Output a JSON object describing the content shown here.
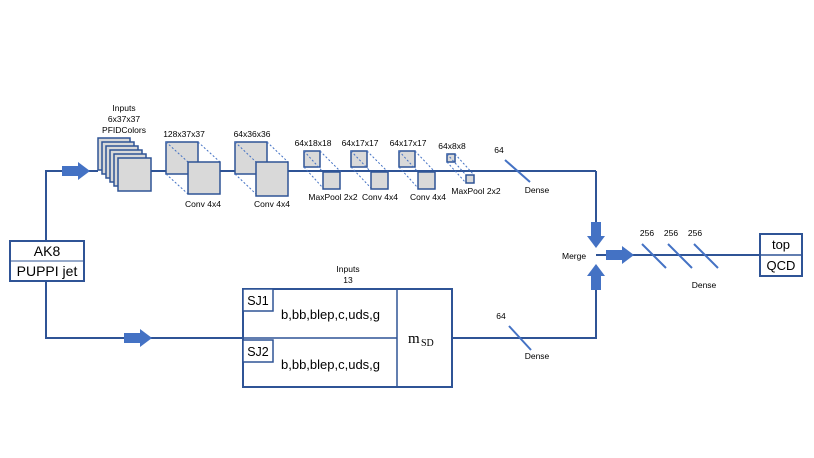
{
  "colors": {
    "line": "#2f5496",
    "arrow": "#4472c4",
    "box_fill": "#d9d9d9",
    "box_stroke": "#2f5496",
    "dash": "#4472c4",
    "bg": "#ffffff"
  },
  "jet_box": {
    "line1": "AK8",
    "line2": "PUPPI jet"
  },
  "image_input": {
    "title": "Inputs",
    "dims": "6x37x37",
    "name": "PFIDColors"
  },
  "cnn_layers": [
    {
      "dims": "128x37x37",
      "op": "Conv 4x4"
    },
    {
      "dims": "64x36x36",
      "op": "Conv 4x4"
    },
    {
      "dims": "64x18x18",
      "op": "MaxPool 2x2"
    },
    {
      "dims": "64x17x17",
      "op": "Conv 4x4"
    },
    {
      "dims": "64x17x17",
      "op": "Conv 4x4"
    },
    {
      "dims": "64x8x8",
      "op": "MaxPool 2x2"
    }
  ],
  "cnn_dense": {
    "size": "64",
    "label": "Dense"
  },
  "feature_input": {
    "title": "Inputs",
    "count": "13"
  },
  "subjets": [
    {
      "name": "SJ1",
      "features": "b,bb,blep,c,uds,g"
    },
    {
      "name": "SJ2",
      "features": "b,bb,blep,c,uds,g"
    }
  ],
  "msd": {
    "main": "m",
    "sub": "SD"
  },
  "feature_dense": {
    "size": "64",
    "label": "Dense"
  },
  "merge_label": "Merge",
  "final_dense": {
    "sizes": [
      "256",
      "256",
      "256"
    ],
    "label": "Dense"
  },
  "outputs": [
    "top",
    "QCD"
  ]
}
